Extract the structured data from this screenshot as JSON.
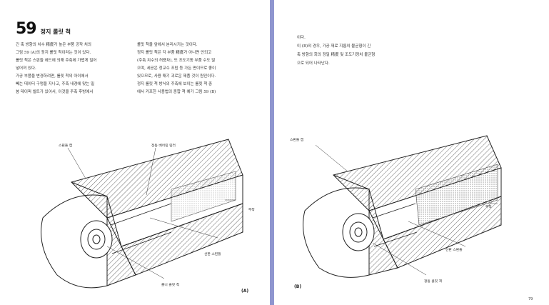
{
  "left_page": {
    "chapter_number": "59",
    "chapter_title": "정지 롤릿 척",
    "col1": [
      "긴 축 방향의 치수 精度가 높은 부품 공작 치의",
      "그림 59 (A)의 정지 롤릿 척이라는 것이 있다.",
      "롤릿 척은 스핀들 헤드에 의해 주축에 가볍게 밀어",
      "넣어져 있다.",
      "가공 부품을 변경하려면, 롤릿 척의 아이에서",
      "빼는 데이터 구멍을 지나고, 주축 내경에 맞는 밀",
      "봉 테이퍼 빌트가 있어서, 이것을 주축 후방에서"
    ],
    "col2": [
      "롤릿 척을 앞에서 분리시키는 것이다.",
      "정지 롤릿 척은 각 부품 精度가 아니면 안되고",
      "(주축 치수의 허용차), 또 조도기동 부품 수도 많",
      "으며, 세공은 정교수 조립 등 가든 면이므로 좋이",
      "있으므로, 사용 매기 괴로운 제품 것이 원인이다.",
      "정지 롤릿 척 방식의 주축에 보이는 롤릿 척 중",
      "에서 커프한 사용법의 종합 척 예가 그림 59 (B)"
    ],
    "callouts": {
      "spindle_cap": "스핀들 캡",
      "stop_bushing": "정동 베어링 링러",
      "wire": "부착",
      "spindle_sleeve": "선판 스핀들",
      "collet": "롤니 콜릿 척"
    },
    "figure_label": "(A)"
  },
  "right_page": {
    "paragraphs": [
      "이다.",
      "이 (B)의 경우, 가공 재료 지름의 불균형이 긴",
      "축 방향의 회의 정밀 精度 및 조도기정치 불균형",
      "으로 되어 나타난다."
    ],
    "callouts": {
      "spindle_cap": "스핀들 캡",
      "wire": "부착",
      "spindle_sleeve": "선판 스핀들",
      "collet": "정동 콜릿 척"
    },
    "figure_label": "(B)",
    "page_number": "79"
  }
}
